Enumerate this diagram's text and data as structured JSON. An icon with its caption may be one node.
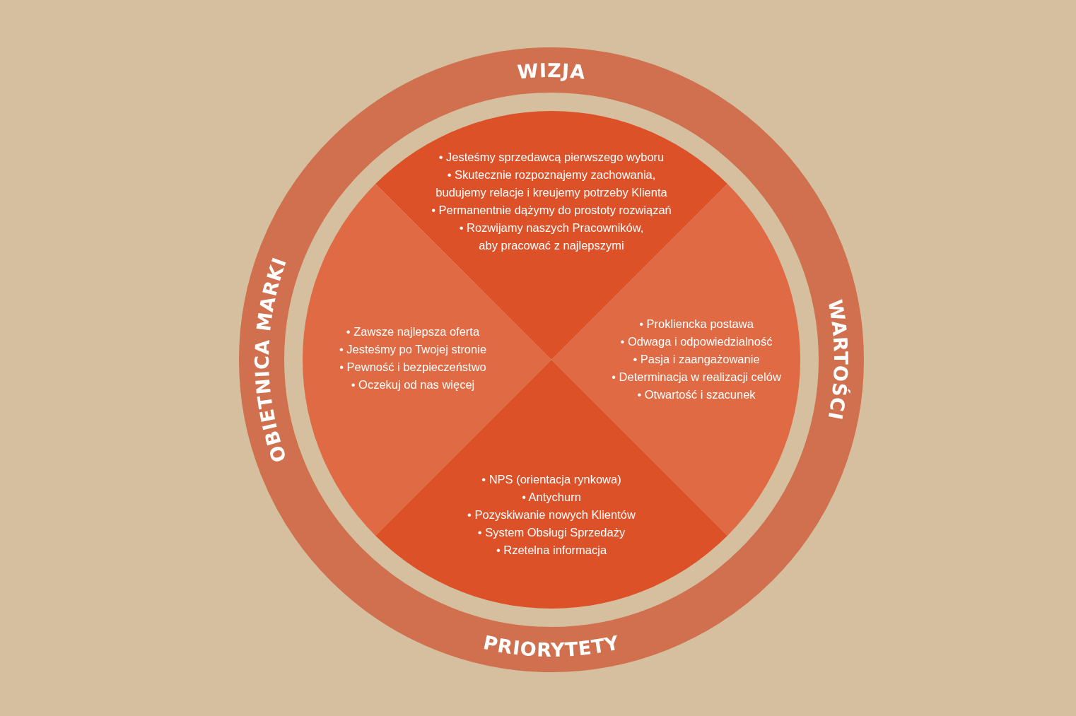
{
  "diagram": {
    "nodes": [
      {
        "text": [
          "• Jesteśmy sprzedawcą pierwszego wyboru",
          "• Skutecznie rozpoznajemy zachowania, budujemy relacje i kreujemy potrzeby Klienta",
          "• Permanentnie dążymy do prostoty rozwiązań",
          "• Rozwijamy naszych Pracowników, aby pracować z najlepszymi"
        ]
      },
      {
        "text": [
          "• Zawsze najlepsza oferta",
          "• Jesteśmy po Twojej stronie",
          "• Pewność i bezpieczeństwo",
          "• Oczekuj od nas więcej"
        ]
      },
      {
        "text": [
          "• Prokliencka postawa",
          "• Odwaga i odpowiedzialność",
          "• Pasja i zaangażowanie",
          "• Determinacja w realizacji celów",
          "• Otwartość i szacunek"
        ]
      },
      {
        "text": [
          "• NPS (orientacja rynkowa)",
          "• Antychurn",
          "• Pozyskiwanie nowych Klientów",
          "• System Obsługi Sprzedaży",
          "• Rzetelna informacja"
        ]
      }
    ],
    "labels": [
      "WIZJA",
      "OBIETNICA MARKI",
      "WARTOŚCI",
      "PRIORYTETY"
    ]
  }
}
